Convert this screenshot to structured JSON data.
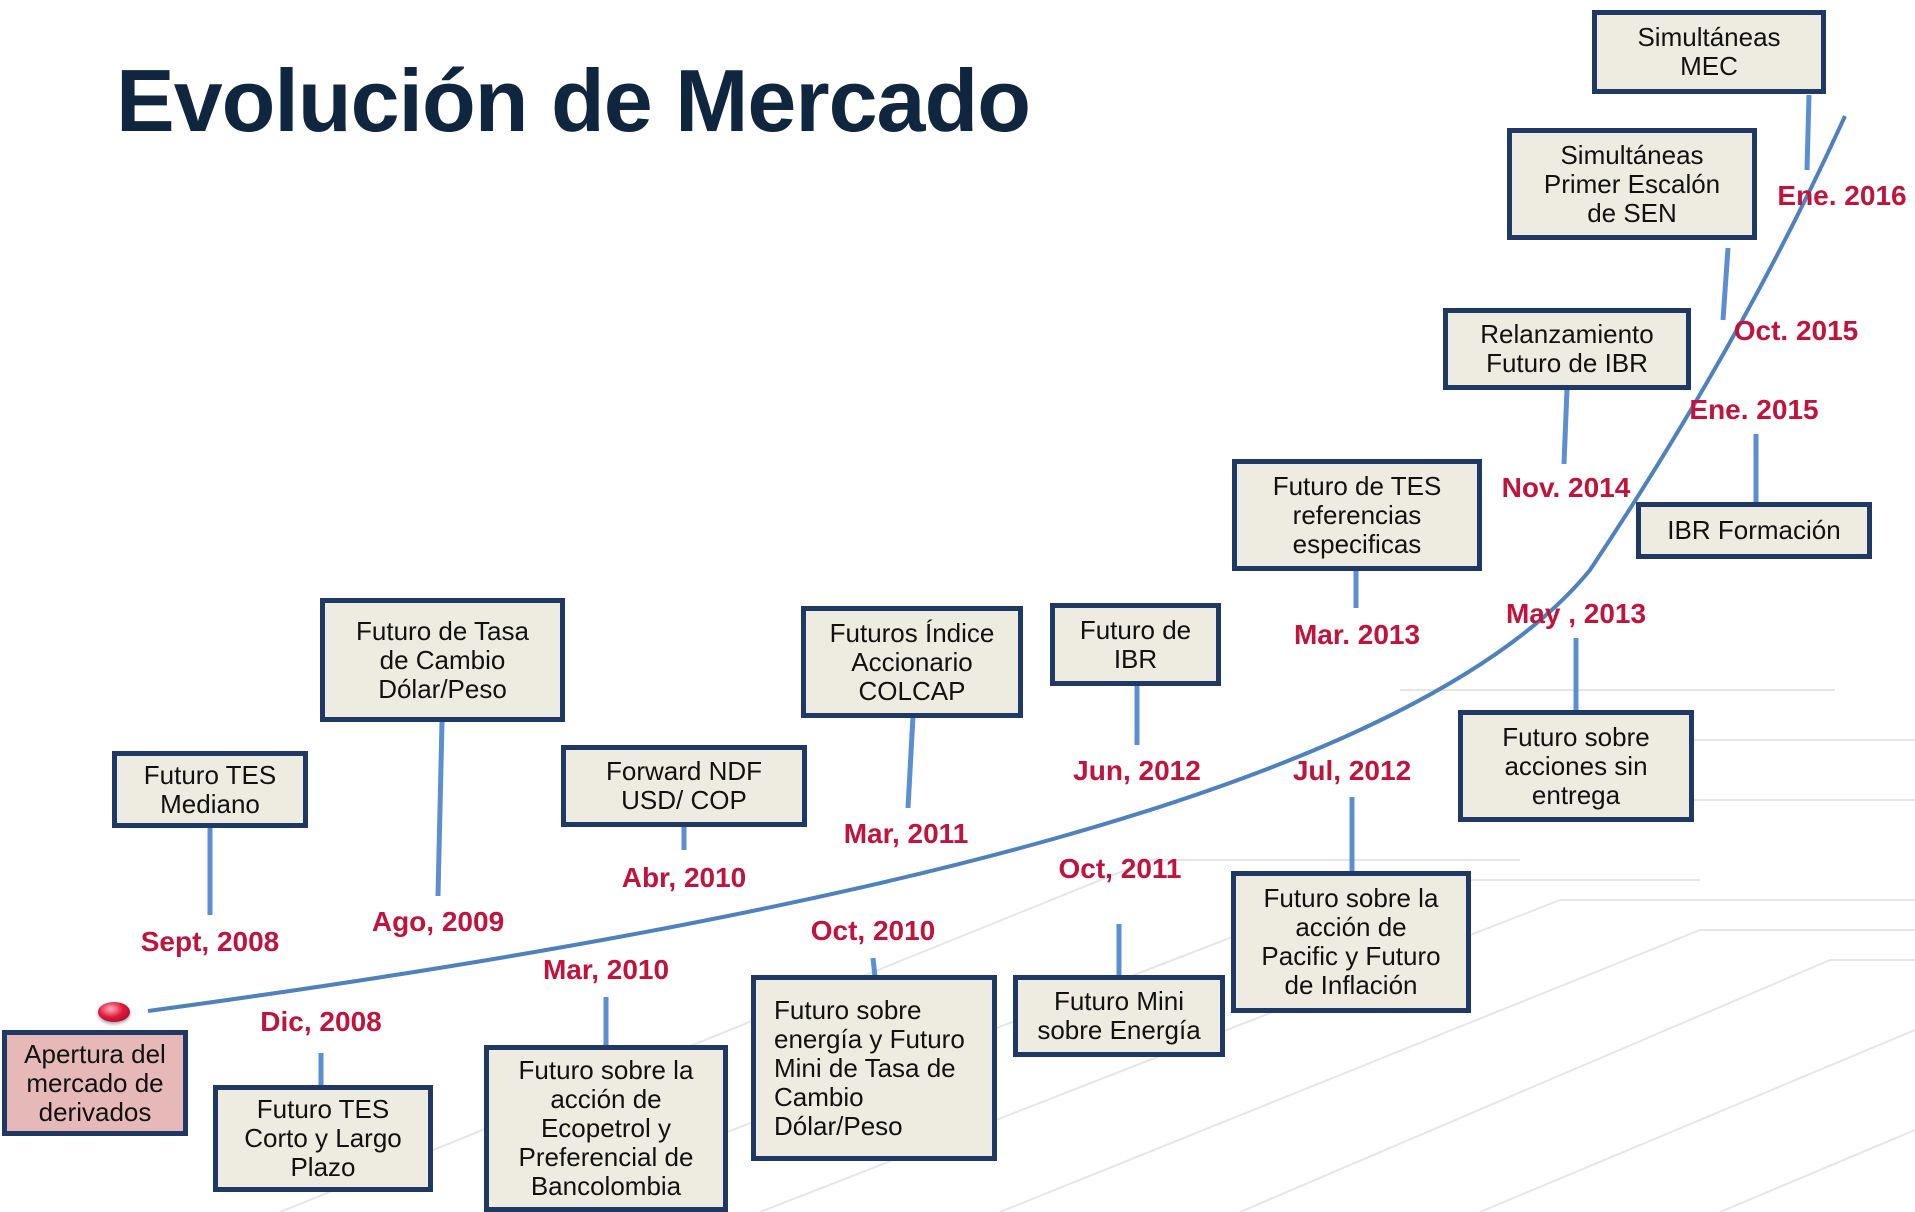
{
  "title": "Evolución de Mercado",
  "colors": {
    "title": "#10263f",
    "box_fill": "#eeece1",
    "box_border": "#1f3864",
    "origin_fill": "#e6b9b8",
    "date": "#c0143c",
    "curve": "#4f81bd",
    "connector": "#5b8fd0"
  },
  "origin": {
    "label": "Apertura del\nmercado de\nderivados"
  },
  "events": [
    {
      "label": "Futuro TES\nMediano",
      "date": "Sept, 2008"
    },
    {
      "label": "Futuro TES\nCorto y Largo\nPlazo",
      "date": "Dic, 2008"
    },
    {
      "label": "Futuro de Tasa\nde Cambio\nDólar/Peso",
      "date": "Ago, 2009"
    },
    {
      "label": "Futuro sobre la\nacción de\nEcopetrol  y\nPreferencial de\nBancolombia",
      "date": "Mar, 2010"
    },
    {
      "label": "Forward NDF\nUSD/ COP",
      "date": "Abr, 2010"
    },
    {
      "label": "Futuro sobre\nenergía y Futuro\nMini de Tasa de\nCambio\nDólar/Peso",
      "date": "Oct, 2010"
    },
    {
      "label": "Futuros Índice\nAccionario\nCOLCAP",
      "date": "Mar, 2011"
    },
    {
      "label": "Futuro Mini\nsobre Energía",
      "date": "Oct, 2011"
    },
    {
      "label": "Futuro de\nIBR",
      "date": "Jun, 2012"
    },
    {
      "label": "Futuro sobre la\nacción de\nPacific y Futuro\nde Inflación",
      "date": "Jul, 2012"
    },
    {
      "label": "Futuro de TES\nreferencias\nespecificas",
      "date": "Mar. 2013"
    },
    {
      "label": "Futuro sobre\nacciones sin\nentrega",
      "date": "May , 2013"
    },
    {
      "label": "Relanzamiento\nFuturo de IBR",
      "date": "Nov. 2014"
    },
    {
      "label": "IBR Formación",
      "date": "Ene. 2015"
    },
    {
      "label": "Simultáneas\nPrimer Escalón\nde SEN",
      "date": "Oct. 2015"
    },
    {
      "label": "Simultáneas\nMEC",
      "date": "Ene. 2016"
    }
  ]
}
